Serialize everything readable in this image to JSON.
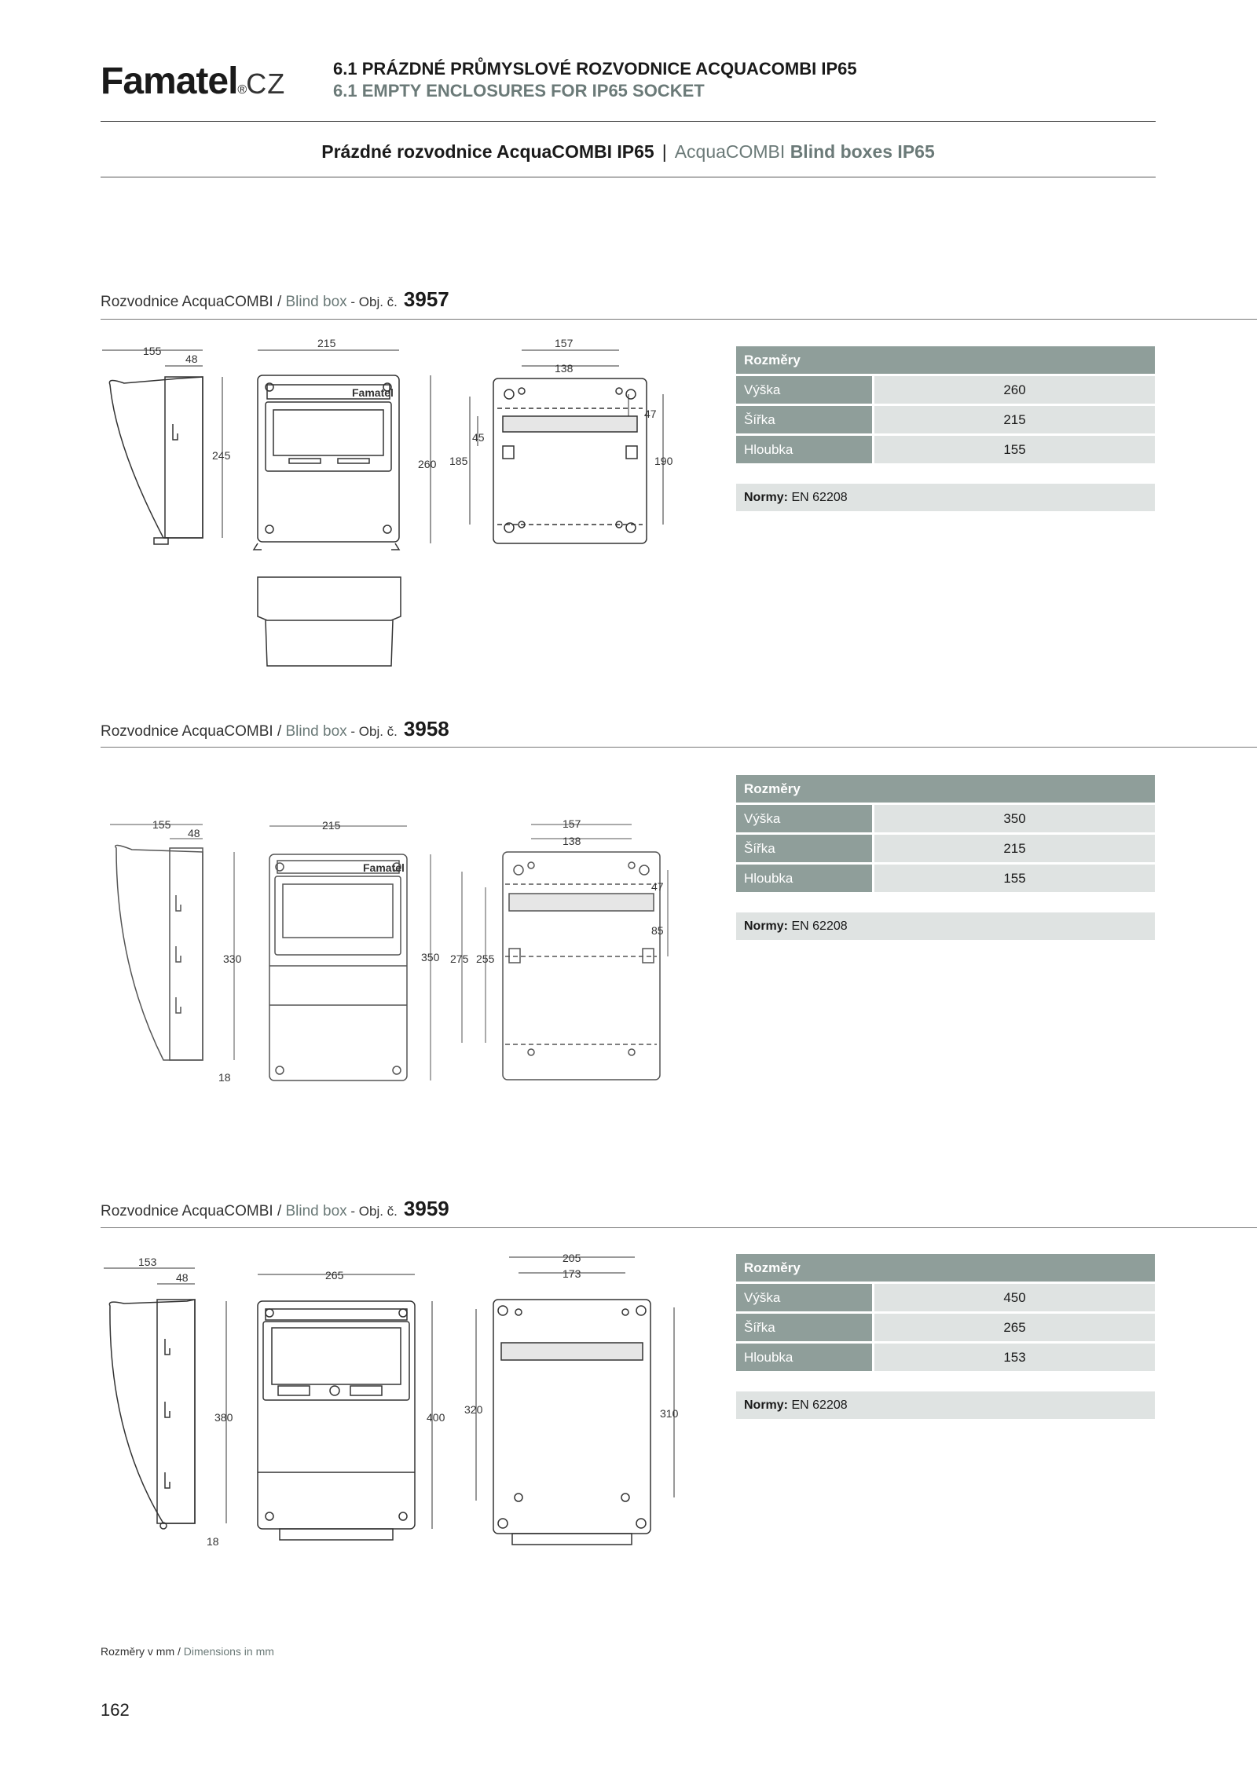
{
  "header": {
    "logo_text": "Famatel",
    "logo_reg": "®",
    "logo_suffix": "CZ",
    "title_cz": "6.1  PRÁZDNÉ PRŮMYSLOVÉ ROZVODNICE ACQUACOMBI IP65",
    "title_en": "6.1  EMPTY ENCLOSURES FOR IP65 SOCKET"
  },
  "subtitle": {
    "cz": "Prázdné rozvodnice AcquaCOMBI IP65",
    "separator": "|",
    "en_light": "AcquaCOMBI ",
    "en_bold": "Blind boxes IP65"
  },
  "section_labels": {
    "name_cz": "Rozvodnice AcquaCOMBI / ",
    "name_en": "Blind box",
    "obj": " - Obj. č."
  },
  "table_labels": {
    "heading": "Rozměry",
    "height": "Výška",
    "width": "Šířka",
    "depth": "Hloubka",
    "norm_label": "Normy:",
    "norm_value": "EN 62208"
  },
  "products": [
    {
      "code": "3957",
      "height": "260",
      "width": "215",
      "depth": "155",
      "drawing_dims": {
        "side_depth": "155",
        "side_inner": "48",
        "side_height": "245",
        "front_width": "215",
        "front_height": "260",
        "front_brand": "Famatel",
        "back_width": "157",
        "back_inner": "138",
        "back_top": "47",
        "back_mid": "45",
        "back_left": "185",
        "back_right": "190"
      }
    },
    {
      "code": "3958",
      "height": "350",
      "width": "215",
      "depth": "155",
      "drawing_dims": {
        "side_depth": "155",
        "side_inner": "48",
        "side_height": "330",
        "side_bottom": "18",
        "front_width": "215",
        "front_height": "350",
        "front_brand": "Famatel",
        "back_width": "157",
        "back_inner": "138",
        "back_top": "47",
        "back_mid": "85",
        "back_left": "275",
        "back_left_inner": "255"
      }
    },
    {
      "code": "3959",
      "height": "450",
      "width": "265",
      "depth": "153",
      "drawing_dims": {
        "side_depth": "153",
        "side_inner": "48",
        "side_height": "380",
        "side_bottom": "18",
        "front_width": "265",
        "front_height": "400",
        "back_width": "205",
        "back_inner": "173",
        "back_left": "320",
        "back_right": "310"
      }
    }
  ],
  "footer": {
    "note_cz": "Rozměry v mm / ",
    "note_en": "Dimensions in mm",
    "page_number": "162"
  }
}
